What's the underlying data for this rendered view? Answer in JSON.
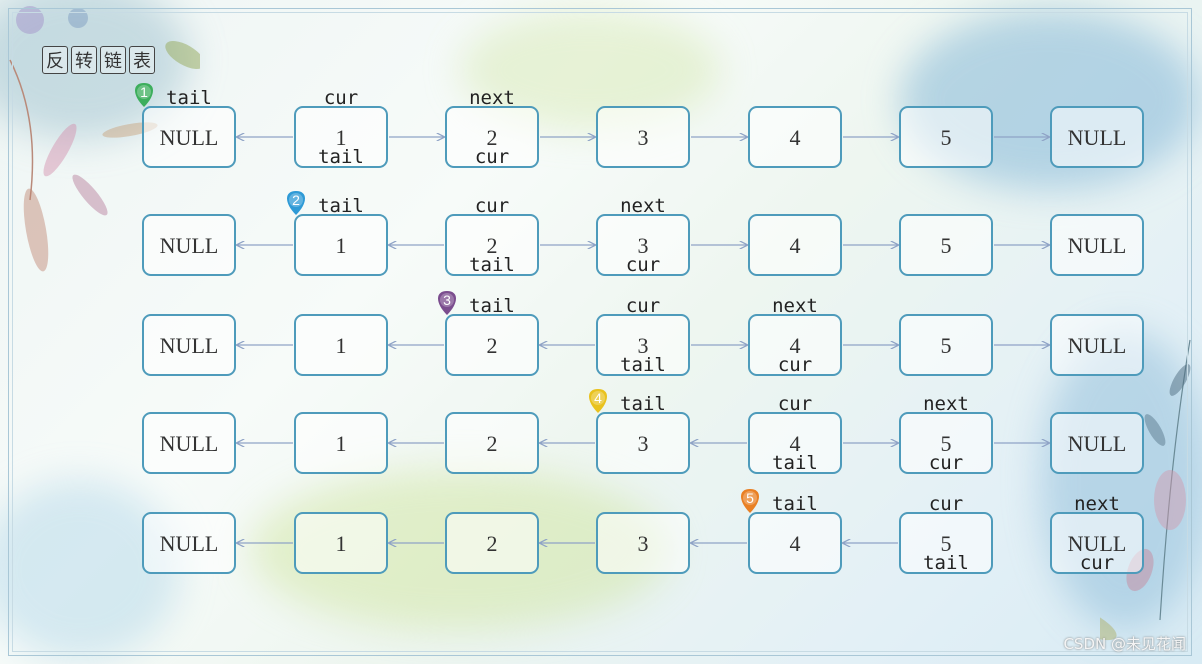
{
  "title_chars": [
    "反",
    "转",
    "链",
    "表"
  ],
  "watermark": "CSDN @未见花闻",
  "colors": {
    "node_border": "#4e9bbb",
    "arrow": "#8fa3c6",
    "badges": [
      "#3dae5c",
      "#2e9ad6",
      "#7b4d8e",
      "#e9c21e",
      "#e98024"
    ]
  },
  "rows": [
    {
      "step": "1",
      "nodes": [
        "NULL",
        "1",
        "2",
        "3",
        "4",
        "5",
        "NULL"
      ],
      "arrows": [
        "<",
        ">",
        ">",
        ">",
        ">",
        ">"
      ],
      "labels_above": [
        {
          "node": 0,
          "text": "tail"
        },
        {
          "node": 1,
          "text": "cur"
        },
        {
          "node": 2,
          "text": "next"
        }
      ],
      "labels_below": [
        {
          "node": 1,
          "text": "tail"
        },
        {
          "node": 2,
          "text": "cur"
        }
      ]
    },
    {
      "step": "2",
      "nodes": [
        "NULL",
        "1",
        "2",
        "3",
        "4",
        "5",
        "NULL"
      ],
      "arrows": [
        "<",
        "<",
        ">",
        ">",
        ">",
        ">"
      ],
      "labels_above": [
        {
          "node": 1,
          "text": "tail"
        },
        {
          "node": 2,
          "text": "cur"
        },
        {
          "node": 3,
          "text": "next"
        }
      ],
      "labels_below": [
        {
          "node": 2,
          "text": "tail"
        },
        {
          "node": 3,
          "text": "cur"
        }
      ]
    },
    {
      "step": "3",
      "nodes": [
        "NULL",
        "1",
        "2",
        "3",
        "4",
        "5",
        "NULL"
      ],
      "arrows": [
        "<",
        "<",
        "<",
        ">",
        ">",
        ">"
      ],
      "labels_above": [
        {
          "node": 2,
          "text": "tail"
        },
        {
          "node": 3,
          "text": "cur"
        },
        {
          "node": 4,
          "text": "next"
        }
      ],
      "labels_below": [
        {
          "node": 3,
          "text": "tail"
        },
        {
          "node": 4,
          "text": "cur"
        }
      ]
    },
    {
      "step": "4",
      "nodes": [
        "NULL",
        "1",
        "2",
        "3",
        "4",
        "5",
        "NULL"
      ],
      "arrows": [
        "<",
        "<",
        "<",
        "<",
        ">",
        ">"
      ],
      "labels_above": [
        {
          "node": 3,
          "text": "tail"
        },
        {
          "node": 4,
          "text": "cur"
        },
        {
          "node": 5,
          "text": "next"
        }
      ],
      "labels_below": [
        {
          "node": 4,
          "text": "tail"
        },
        {
          "node": 5,
          "text": "cur"
        }
      ]
    },
    {
      "step": "5",
      "nodes": [
        "NULL",
        "1",
        "2",
        "3",
        "4",
        "5",
        "NULL"
      ],
      "arrows": [
        "<",
        "<",
        "<",
        "<",
        "<",
        ""
      ],
      "labels_above": [
        {
          "node": 4,
          "text": "tail"
        },
        {
          "node": 5,
          "text": "cur"
        },
        {
          "node": 6,
          "text": "next"
        }
      ],
      "labels_below": [
        {
          "node": 5,
          "text": "tail"
        },
        {
          "node": 6,
          "text": "cur"
        }
      ]
    }
  ]
}
